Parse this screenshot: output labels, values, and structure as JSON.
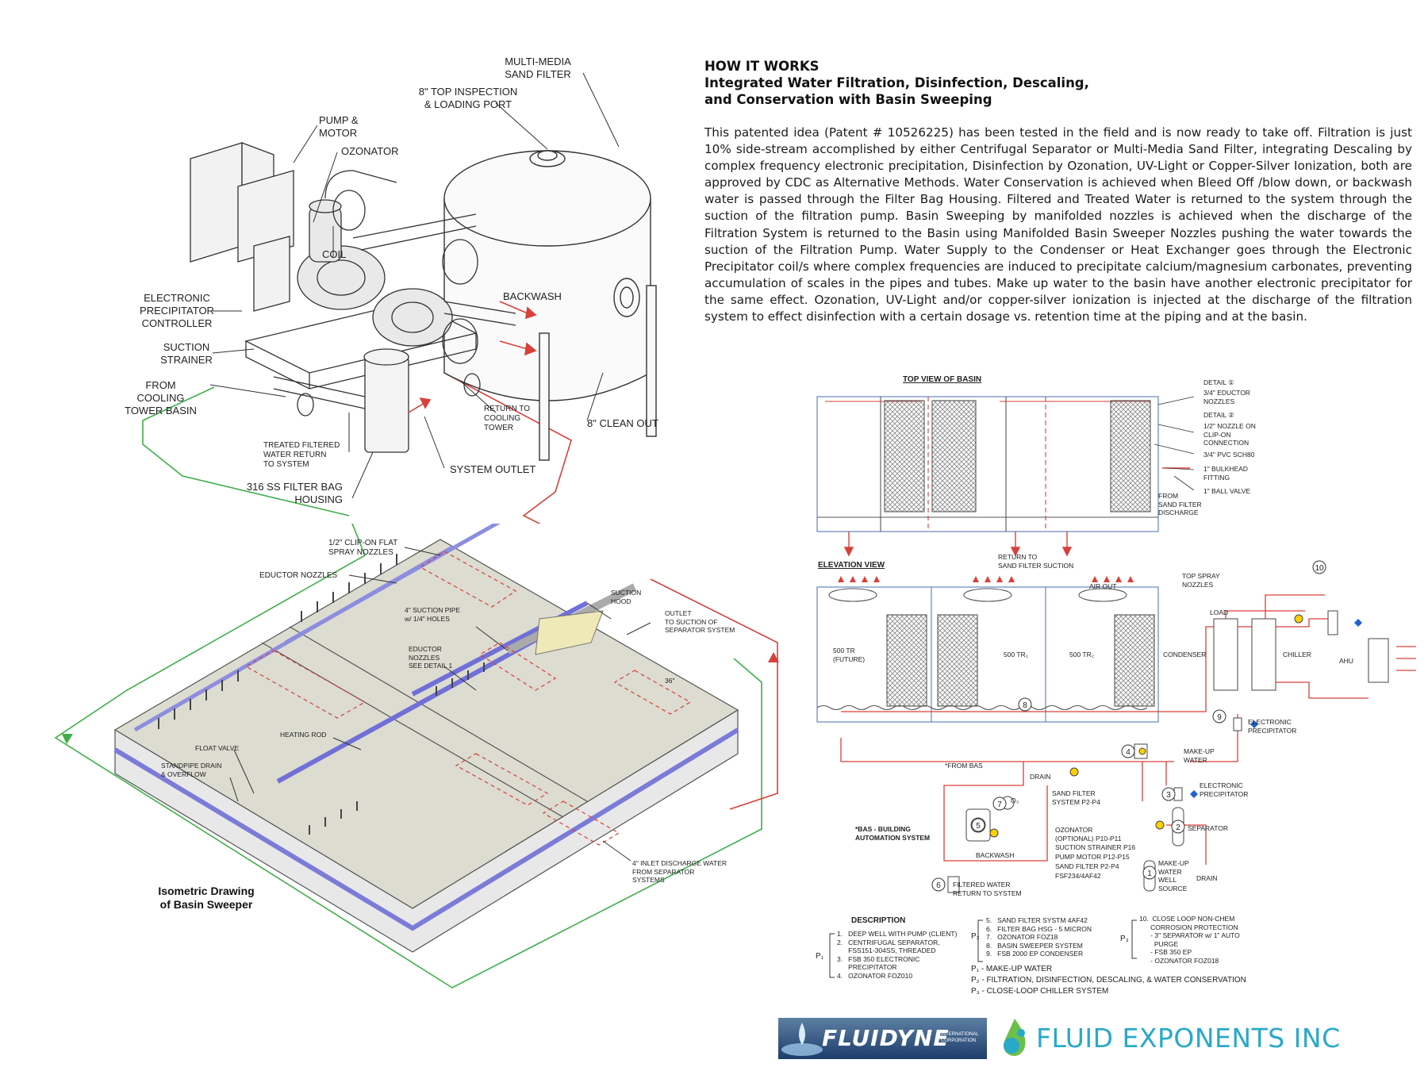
{
  "heading": {
    "title": "HOW IT WORKS",
    "subtitle_line1": "Integrated Water Filtration, Disinfection, Descaling,",
    "subtitle_line2": "and Conservation with Basin Sweeping"
  },
  "description": "This patented idea (Patent # 10526225) has been tested in the field and is now ready to take off. Filtration is just 10% side-stream accomplished by either Centrifugal Separator or Multi-Media Sand Filter, integrating Descaling by complex frequency electronic precipitation, Disinfection by Ozonation, UV-Light or Copper-Silver Ionization, both are approved by CDC as Alternative Methods. Water Conservation is achieved when Bleed Off /blow down, or backwash water is passed through the Filter Bag Housing. Filtered and Treated Water is returned to the system through the suction of the filtration pump. Basin Sweeping by manifolded nozzles is achieved when the discharge of the Filtration System is returned to the Basin using Manifolded Basin Sweeper Nozzles pushing the water towards the suction of the Filtration Pump. Water Supply to the Condenser or Heat Exchanger goes through the Electronic Precipitator coil/s where complex frequencies are induced to precipitate calcium/magnesium carbonates, preventing accumulation of scales in the pipes and tubes. Make up water to the basin have another electronic precipitator for the same effect. Ozonation, UV-Light and/or copper-silver ionization is injected at the discharge of the filtration system to effect disinfection with a certain dosage vs. retention time at the piping and at the basin.",
  "equipment_labels": {
    "multi_media": "MULTI-MEDIA\nSAND FILTER",
    "top_inspection": "8\" TOP INSPECTION\n& LOADING PORT",
    "pump_motor": "PUMP &\nMOTOR",
    "ozonator": "OZONATOR",
    "coil": "COIL",
    "backwash": "BACKWASH",
    "ep_controller": "ELECTRONIC\nPRECIPITATOR\nCONTROLLER",
    "suction_strainer": "SUCTION\nSTRAINER",
    "from_cooling": "FROM\nCOOLING\nTOWER BASIN",
    "return_cooling": "RETURN TO\nCOOLING\nTOWER",
    "clean_out": "8\" CLEAN OUT",
    "treated_return": "TREATED FILTERED\nWATER RETURN\nTO SYSTEM",
    "system_outlet": "SYSTEM OUTLET",
    "filter_bag": "316 SS FILTER BAG\nHOUSING"
  },
  "iso_labels": {
    "clip_on": "1/2\" CLIP-ON FLAT\nSPRAY NOZZLES",
    "eductor_nozzles": "EDUCTOR NOZZLES",
    "suction_hood": "SUCTION\nHOOD",
    "outlet": "OUTLET\nTO SUCTION OF\nSEPARATOR SYSTEM",
    "suction_pipe": "4\" SUCTION PIPE\nw/ 1/4\" HOLES",
    "eductor_detail": "EDUCTOR\nNOZZLES\nSEE DETAIL 1",
    "heating_rod": "HEATING ROD",
    "float_valve": "FLOAT VALVE",
    "standpipe": "STANDPIPE DRAIN\n& OVERFLOW",
    "inlet": "4\" INLET DISCHARGE WATER\nFROM SEPARATOR\nSYSTEMS",
    "dim": "36\"",
    "caption": "Isometric Drawing\nof Basin Sweeper"
  },
  "top_view": {
    "title": "TOP VIEW OF BASIN",
    "detail1": "DETAIL ①",
    "eductor": "3/4\" EDUCTOR\nNOZZLES",
    "detail2": "DETAIL ②",
    "nozzle_clip": "1/2\" NOZZLE ON\nCLIP-ON\nCONNECTION",
    "pvc": "3/4\" PVC SCH80",
    "bulkhead": "1\" BULKHEAD\nFITTING",
    "ball_valve": "1\" BALL VALVE",
    "from_sand": "FROM\nSAND FILTER\nDISCHARGE",
    "return_sand": "RETURN TO\nSAND FILTER SUCTION"
  },
  "elevation": {
    "title": "ELEVATION VIEW",
    "air_out": "AIR OUT",
    "top_spray": "TOP SPRAY\nNOZZLES",
    "load": "LOAD",
    "tr_future": "500 TR\n(FUTURE)",
    "tr1": "500 TR₁",
    "tr2": "500 TR₂",
    "condenser": "CONDENSER",
    "chiller": "CHILLER",
    "ahu": "AHU",
    "ep1": "ELECTRONIC\nPRECIPITATOR",
    "ep2": "ELECTRONIC\nPRECIPITATOR",
    "from_bas": "*FROM BAS",
    "drain": "DRAIN",
    "make_up": "MAKE-UP\nWATER",
    "sand_system": "SAND FILTER\nSYSTEM P2-P4",
    "bas": "*BAS - BUILDING\nAUTOMATION SYSTEM",
    "ozonator": "OZONATOR\n(OPTIONAL) P10-P11",
    "strainer": "SUCTION STRAINER P16",
    "pump_motor": "PUMP MOTOR P12-P15",
    "sand_filter": "SAND FILTER P2-P4",
    "fsf": "FSF234/4AF42",
    "backwash": "BACKWASH",
    "filtered": "FILTERED WATER\nRETURN TO SYSTEM",
    "separator": "SEPARATOR",
    "make_up_well": "MAKE-UP\nWATER\nWELL\nSOURCE",
    "drain2": "DRAIN",
    "o3": "O₃"
  },
  "legend": {
    "title": "DESCRIPTION",
    "col1": "1.   DEEP WELL WITH PUMP (CLIENT)\n2.   CENTRIFUGAL SEPARATOR,\n      FSS151-304SS, THREADED\n3.   FSB 350 ELECTRONIC\n      PRECIPITATOR\n4.   OZONATOR FOZ010",
    "col2": "5.   SAND FILTER SYSTM 4AF42\n6.   FILTER BAG HSG - 5 MICRON\n7.   OZONATOR FOZ18\n8.   BASIN SWEEPER SYSTEM\n9.   FSB 2000 EP CONDENSER",
    "col3": "10.  CLOSE LOOP NON-CHEM\n      CORROSION PROTECTION\n      - 3\" SEPARATOR w/ 1\" AUTO\n        PURGE\n      - FSB 350 EP\n      - OZONATOR FOZ018",
    "p1": "P₁",
    "p2": "P₂",
    "p3": "P₃",
    "k1": "P₁ - MAKE-UP WATER",
    "k2": "P₂ - FILTRATION, DISINFECTION, DESCALING, & WATER CONSERVATION",
    "k3": "P₃ - CLOSE-LOOP CHILLER SYSTEM"
  },
  "logos": {
    "fluidyne": "FLUIDYNE",
    "fluidyne_sub": "INTERNATIONAL\nCORPORATION",
    "fluid_exponents": "FLUID EXPONENTS INC"
  },
  "colors": {
    "pipe_red": "#d9403a",
    "pipe_green": "#3fae49",
    "basin_blue": "#6f6fd8",
    "logo_teal": "#29a9c9",
    "logo_green": "#6cc04a"
  }
}
